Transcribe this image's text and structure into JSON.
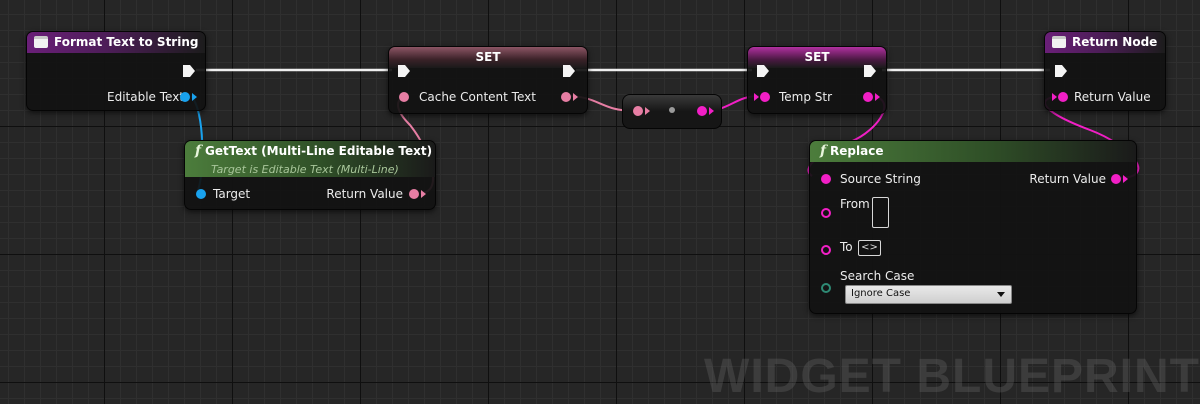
{
  "nodes": {
    "format_text": {
      "title": "Format Text to String",
      "pin_editable_text": "Editable Text"
    },
    "set_cache": {
      "title": "SET",
      "pin_cache_content": "Cache Content Text"
    },
    "set_temp": {
      "title": "SET",
      "pin_temp_str": "Temp Str"
    },
    "return_node": {
      "title": "Return Node",
      "pin_return_value": "Return Value"
    },
    "gettext": {
      "title": "GetText (Multi-Line Editable Text)",
      "subtitle": "Target is Editable Text (Multi-Line)",
      "pin_target": "Target",
      "pin_return_value": "Return Value"
    },
    "replace": {
      "title": "Replace",
      "pin_source_string": "Source String",
      "pin_return_value": "Return Value",
      "pin_from": "From",
      "pin_to": "To",
      "to_value": "<>",
      "pin_search_case": "Search Case",
      "search_case_value": "Ignore Case"
    }
  },
  "watermark": "WIDGET BLUEPRINT",
  "colors": {
    "exec": "#ffffff",
    "object_ref": "#19a2ee",
    "text": "#e77ea4",
    "string": "#f21fc6",
    "enum": "#2e8a74",
    "function_header": "#4c7d3c",
    "entry_header": "#6a1f78"
  },
  "icons": {
    "entry": "event-node-icon",
    "function": "function-f-icon"
  }
}
